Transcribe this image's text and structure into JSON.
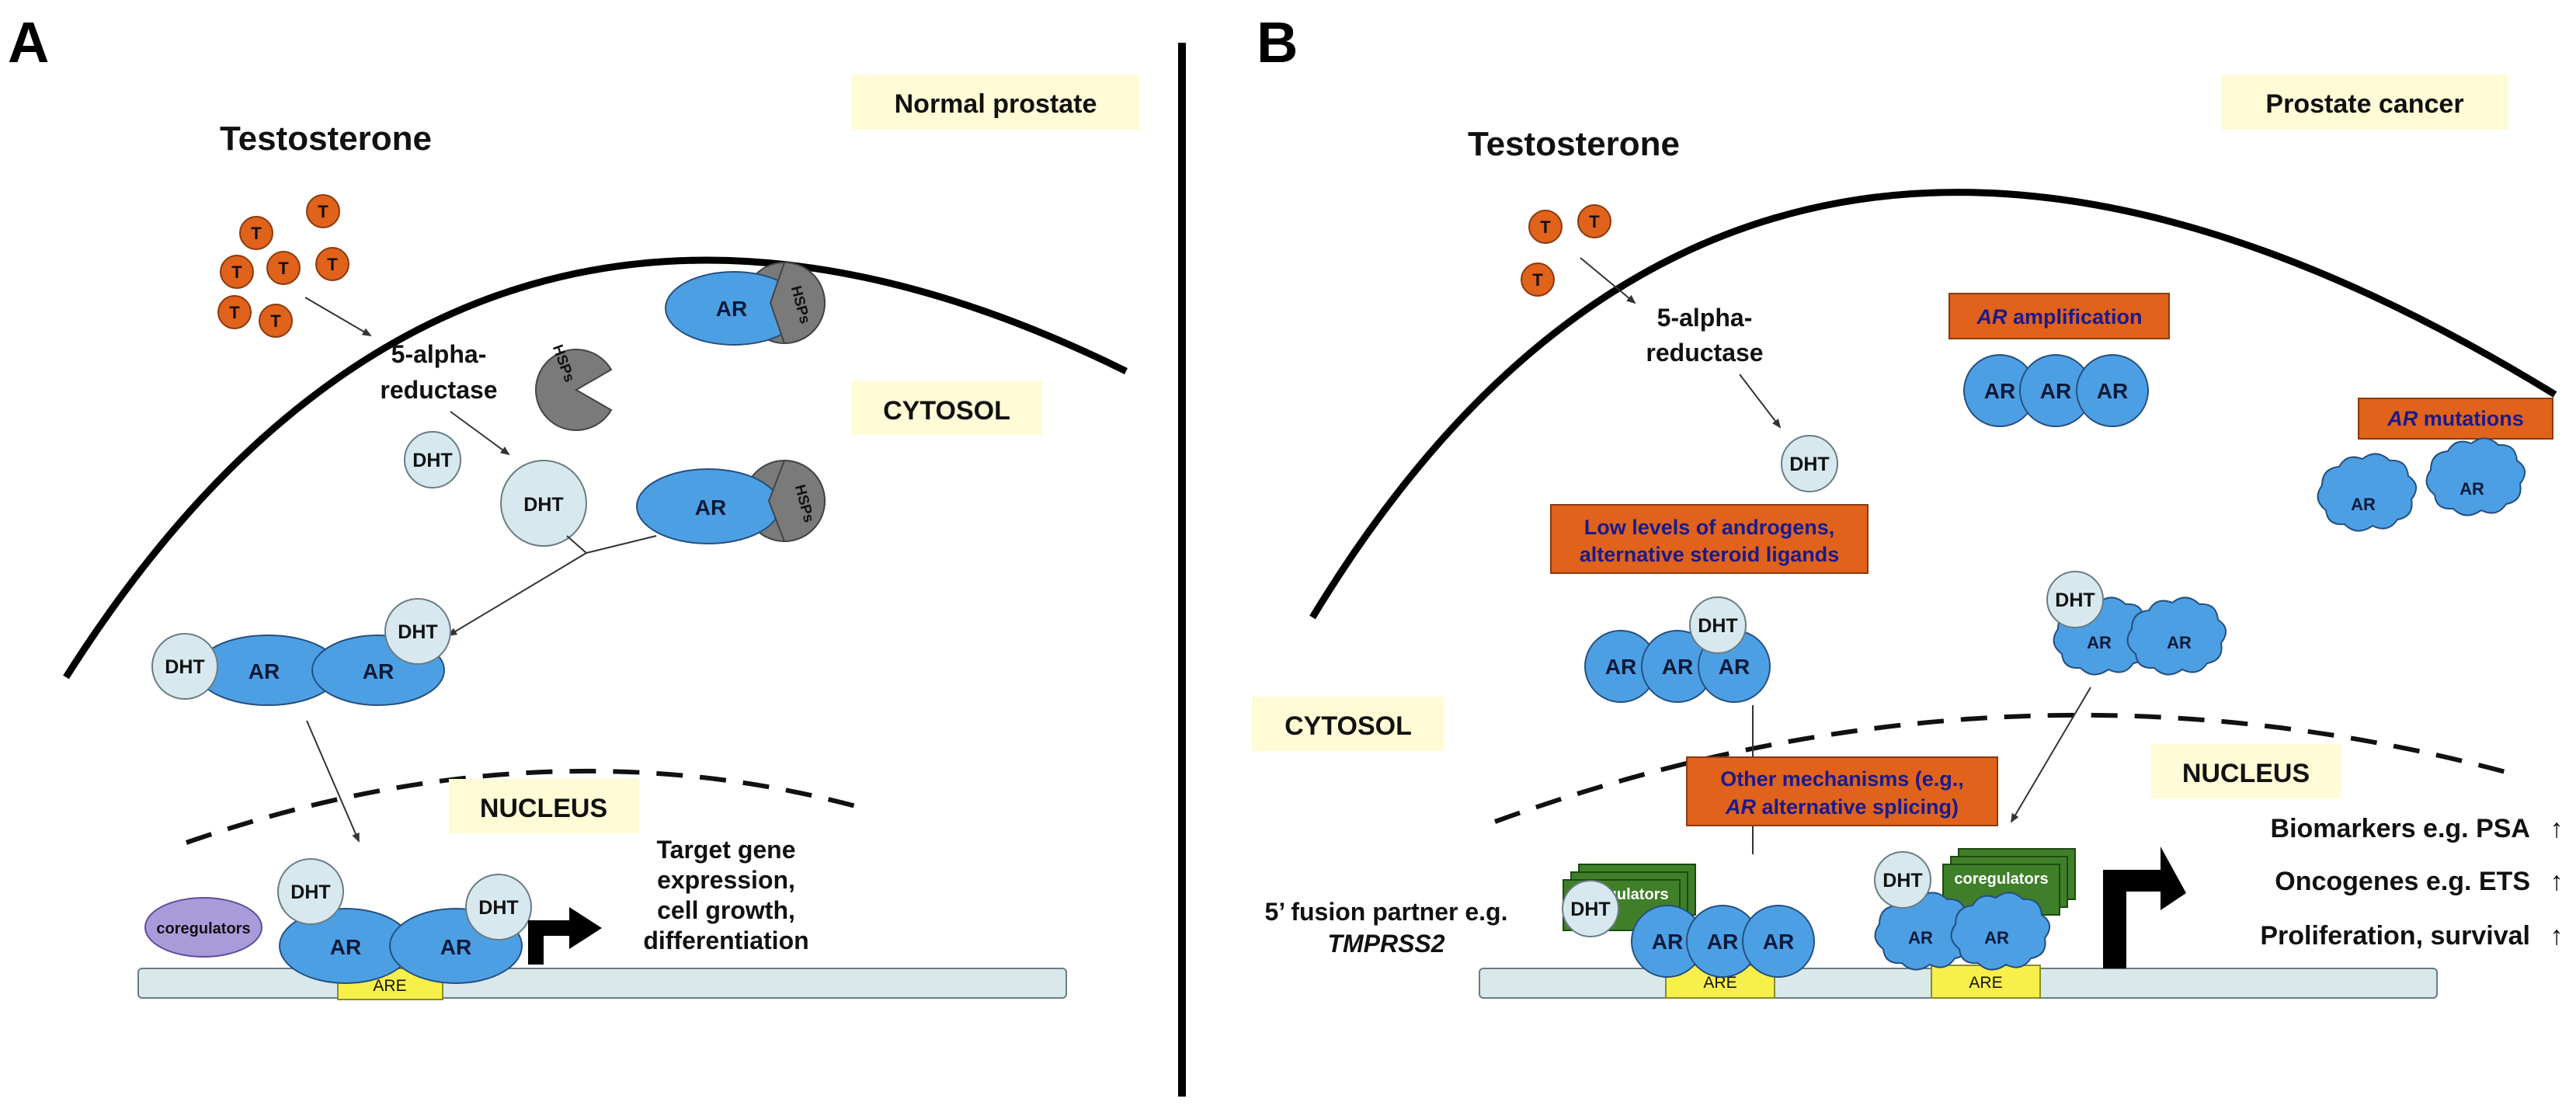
{
  "panels": {
    "A": {
      "letter": "A",
      "condition": "Normal prostate",
      "testosterone": "Testosterone",
      "enzyme_line1": "5-alpha-",
      "enzyme_line2": "reductase",
      "compartment_cytosol": "CYTOSOL",
      "compartment_nucleus": "NUCLEUS",
      "outcome_line1": "Target gene",
      "outcome_line2": "expression,",
      "outcome_line3": "cell growth,",
      "outcome_line4": "differentiation"
    },
    "B": {
      "letter": "B",
      "condition": "Prostate cancer",
      "testosterone": "Testosterone",
      "enzyme_line1": "5-alpha-",
      "enzyme_line2": "reductase",
      "compartment_cytosol": "CYTOSOL",
      "compartment_nucleus": "NUCLEUS",
      "amplification_gene": "AR",
      "amplification_text": " amplification",
      "mutations_gene": "AR",
      "mutations_text": " mutations",
      "low_androgens_line1": "Low levels of androgens,",
      "low_androgens_line2": "alternative steroid ligands",
      "other_mech_line1": "Other mechanisms (e.g.,",
      "other_mech_gene": "AR",
      "other_mech_line2": " alternative splicing)",
      "fusion_line1": "5’ fusion partner e.g.",
      "fusion_line2": "TMPRSS2",
      "outcomes": [
        {
          "text": "Biomarkers e.g. PSA",
          "arrow": "↑"
        },
        {
          "text": "Oncogenes e.g. ETS",
          "arrow": "↑"
        },
        {
          "text": "Proliferation,  survival",
          "arrow": "↑"
        }
      ]
    }
  },
  "molecules": {
    "androgen_receptor": "AR",
    "dihydrotestosterone": "DHT",
    "testosterone_symbol": "T",
    "heat_shock_proteins": "HSPs",
    "coregulators": "coregulators",
    "response_element": "ARE"
  },
  "colors": {
    "ar_blue": "#4d9fe3",
    "testosterone_orange": "#e0621b",
    "label_box_orange": "#e0621b",
    "label_box_text": "#1a1a8c",
    "condition_box_yellow": "#fffbd6",
    "coregulators_purple": "#a99bd9",
    "coregulators_green": "#3f7f2a",
    "are_yellow": "#f7f04a",
    "dht_pale": "#d7e9ee",
    "hsp_gray": "#7a7a7a"
  }
}
